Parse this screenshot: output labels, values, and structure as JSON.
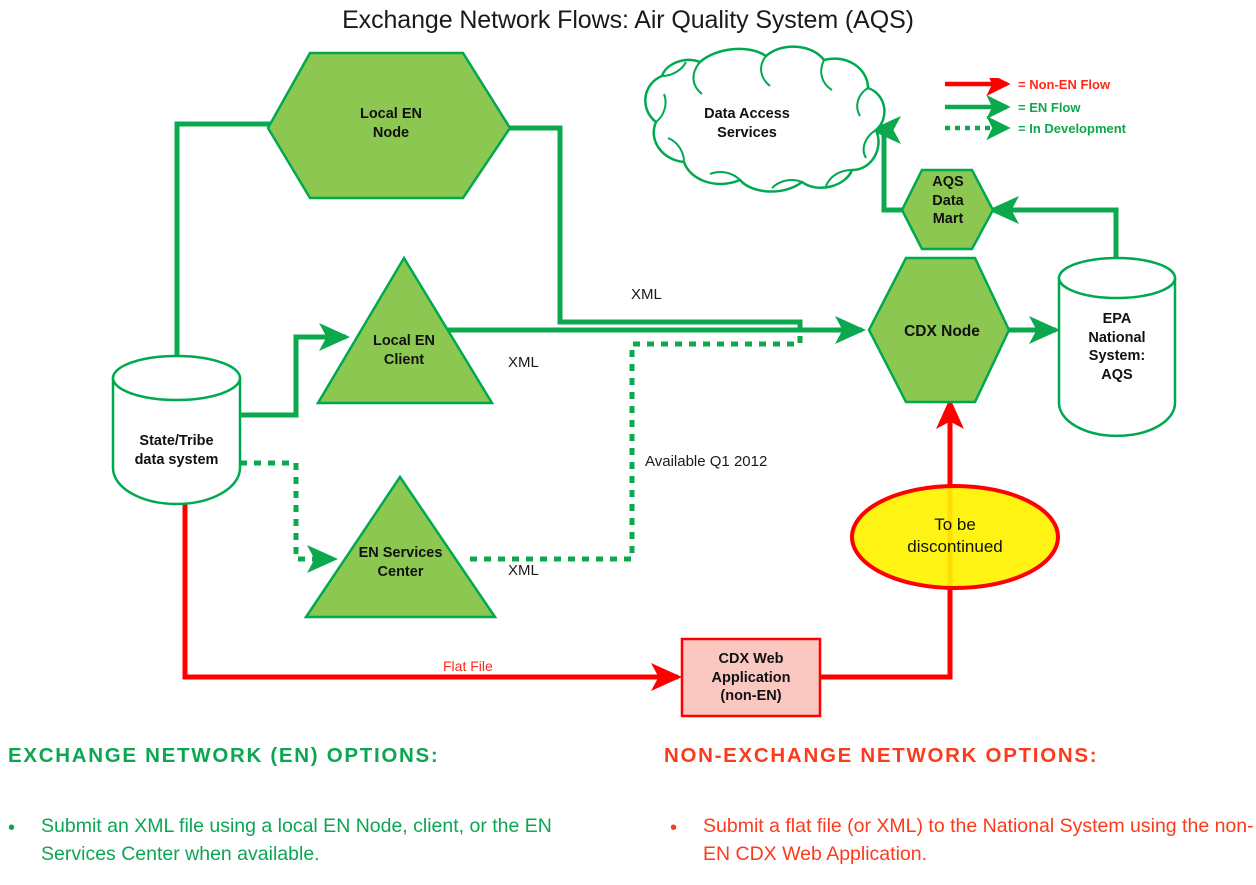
{
  "title": "Exchange Network Flows:  Air Quality System (AQS)",
  "colors": {
    "node_fill_green": "#8CC751",
    "node_stroke_green": "#00A94F",
    "flow_green": "#0CA84E",
    "flow_red": "#FF0000",
    "ellipse_fill_yellow": "#FFF200",
    "ellipse_stroke_red": "#FF0000",
    "box_fill_pink": "#FAC8C0",
    "box_stroke_red": "#FF0000",
    "heading_green": "#0BA652",
    "heading_red": "#FB3B1C"
  },
  "legend": {
    "items": [
      {
        "label": "= Non-EN Flow",
        "style": "solid",
        "color": "#FF0000",
        "icon": "arrow-right-icon"
      },
      {
        "label": "= EN Flow",
        "style": "solid",
        "color": "#0CA84E",
        "icon": "arrow-right-icon"
      },
      {
        "label": "= In Development",
        "style": "dotted",
        "color": "#0CA84E",
        "icon": "dotted-arrow-right-icon"
      }
    ]
  },
  "nodes": {
    "local_en_node": {
      "label": "Local EN\nNode",
      "shape": "hexagon"
    },
    "data_access_services": {
      "label": "Data Access\nServices",
      "shape": "cloud"
    },
    "aqs_data_mart": {
      "label": "AQS\nData\nMart",
      "shape": "hexagon"
    },
    "cdx_node": {
      "label": "CDX Node",
      "shape": "hexagon"
    },
    "epa_national_system": {
      "label": "EPA\nNational\nSystem:\nAQS",
      "shape": "cylinder"
    },
    "state_tribe": {
      "label": "State/Tribe\ndata system",
      "shape": "cylinder"
    },
    "local_en_client": {
      "label": "Local EN\nClient",
      "shape": "triangle"
    },
    "en_services_center": {
      "label": "EN Services\nCenter",
      "shape": "triangle"
    },
    "to_be_discontinued": {
      "label": "To be\ndiscontinued",
      "shape": "ellipse"
    },
    "cdx_web_application": {
      "label": "CDX Web\nApplication\n(non-EN)",
      "shape": "rectangle"
    }
  },
  "flow_labels": {
    "xml_top": "XML",
    "xml_middle": "XML",
    "xml_bottom": "XML",
    "available_q1_2012": "Available Q1 2012",
    "flat_file": "Flat File"
  },
  "sections": {
    "en": {
      "heading": "EXCHANGE NETWORK (EN) OPTIONS:",
      "bullets": [
        {
          "dot": "•",
          "text": "Submit an XML file using a local EN Node, client, or the EN Services Center when available."
        }
      ]
    },
    "non_en": {
      "heading": "NON-EXCHANGE NETWORK OPTIONS:",
      "bullets": [
        {
          "dot": "•",
          "text": "Submit a flat file (or XML) to the National System using the non-EN CDX Web Application."
        }
      ]
    }
  }
}
